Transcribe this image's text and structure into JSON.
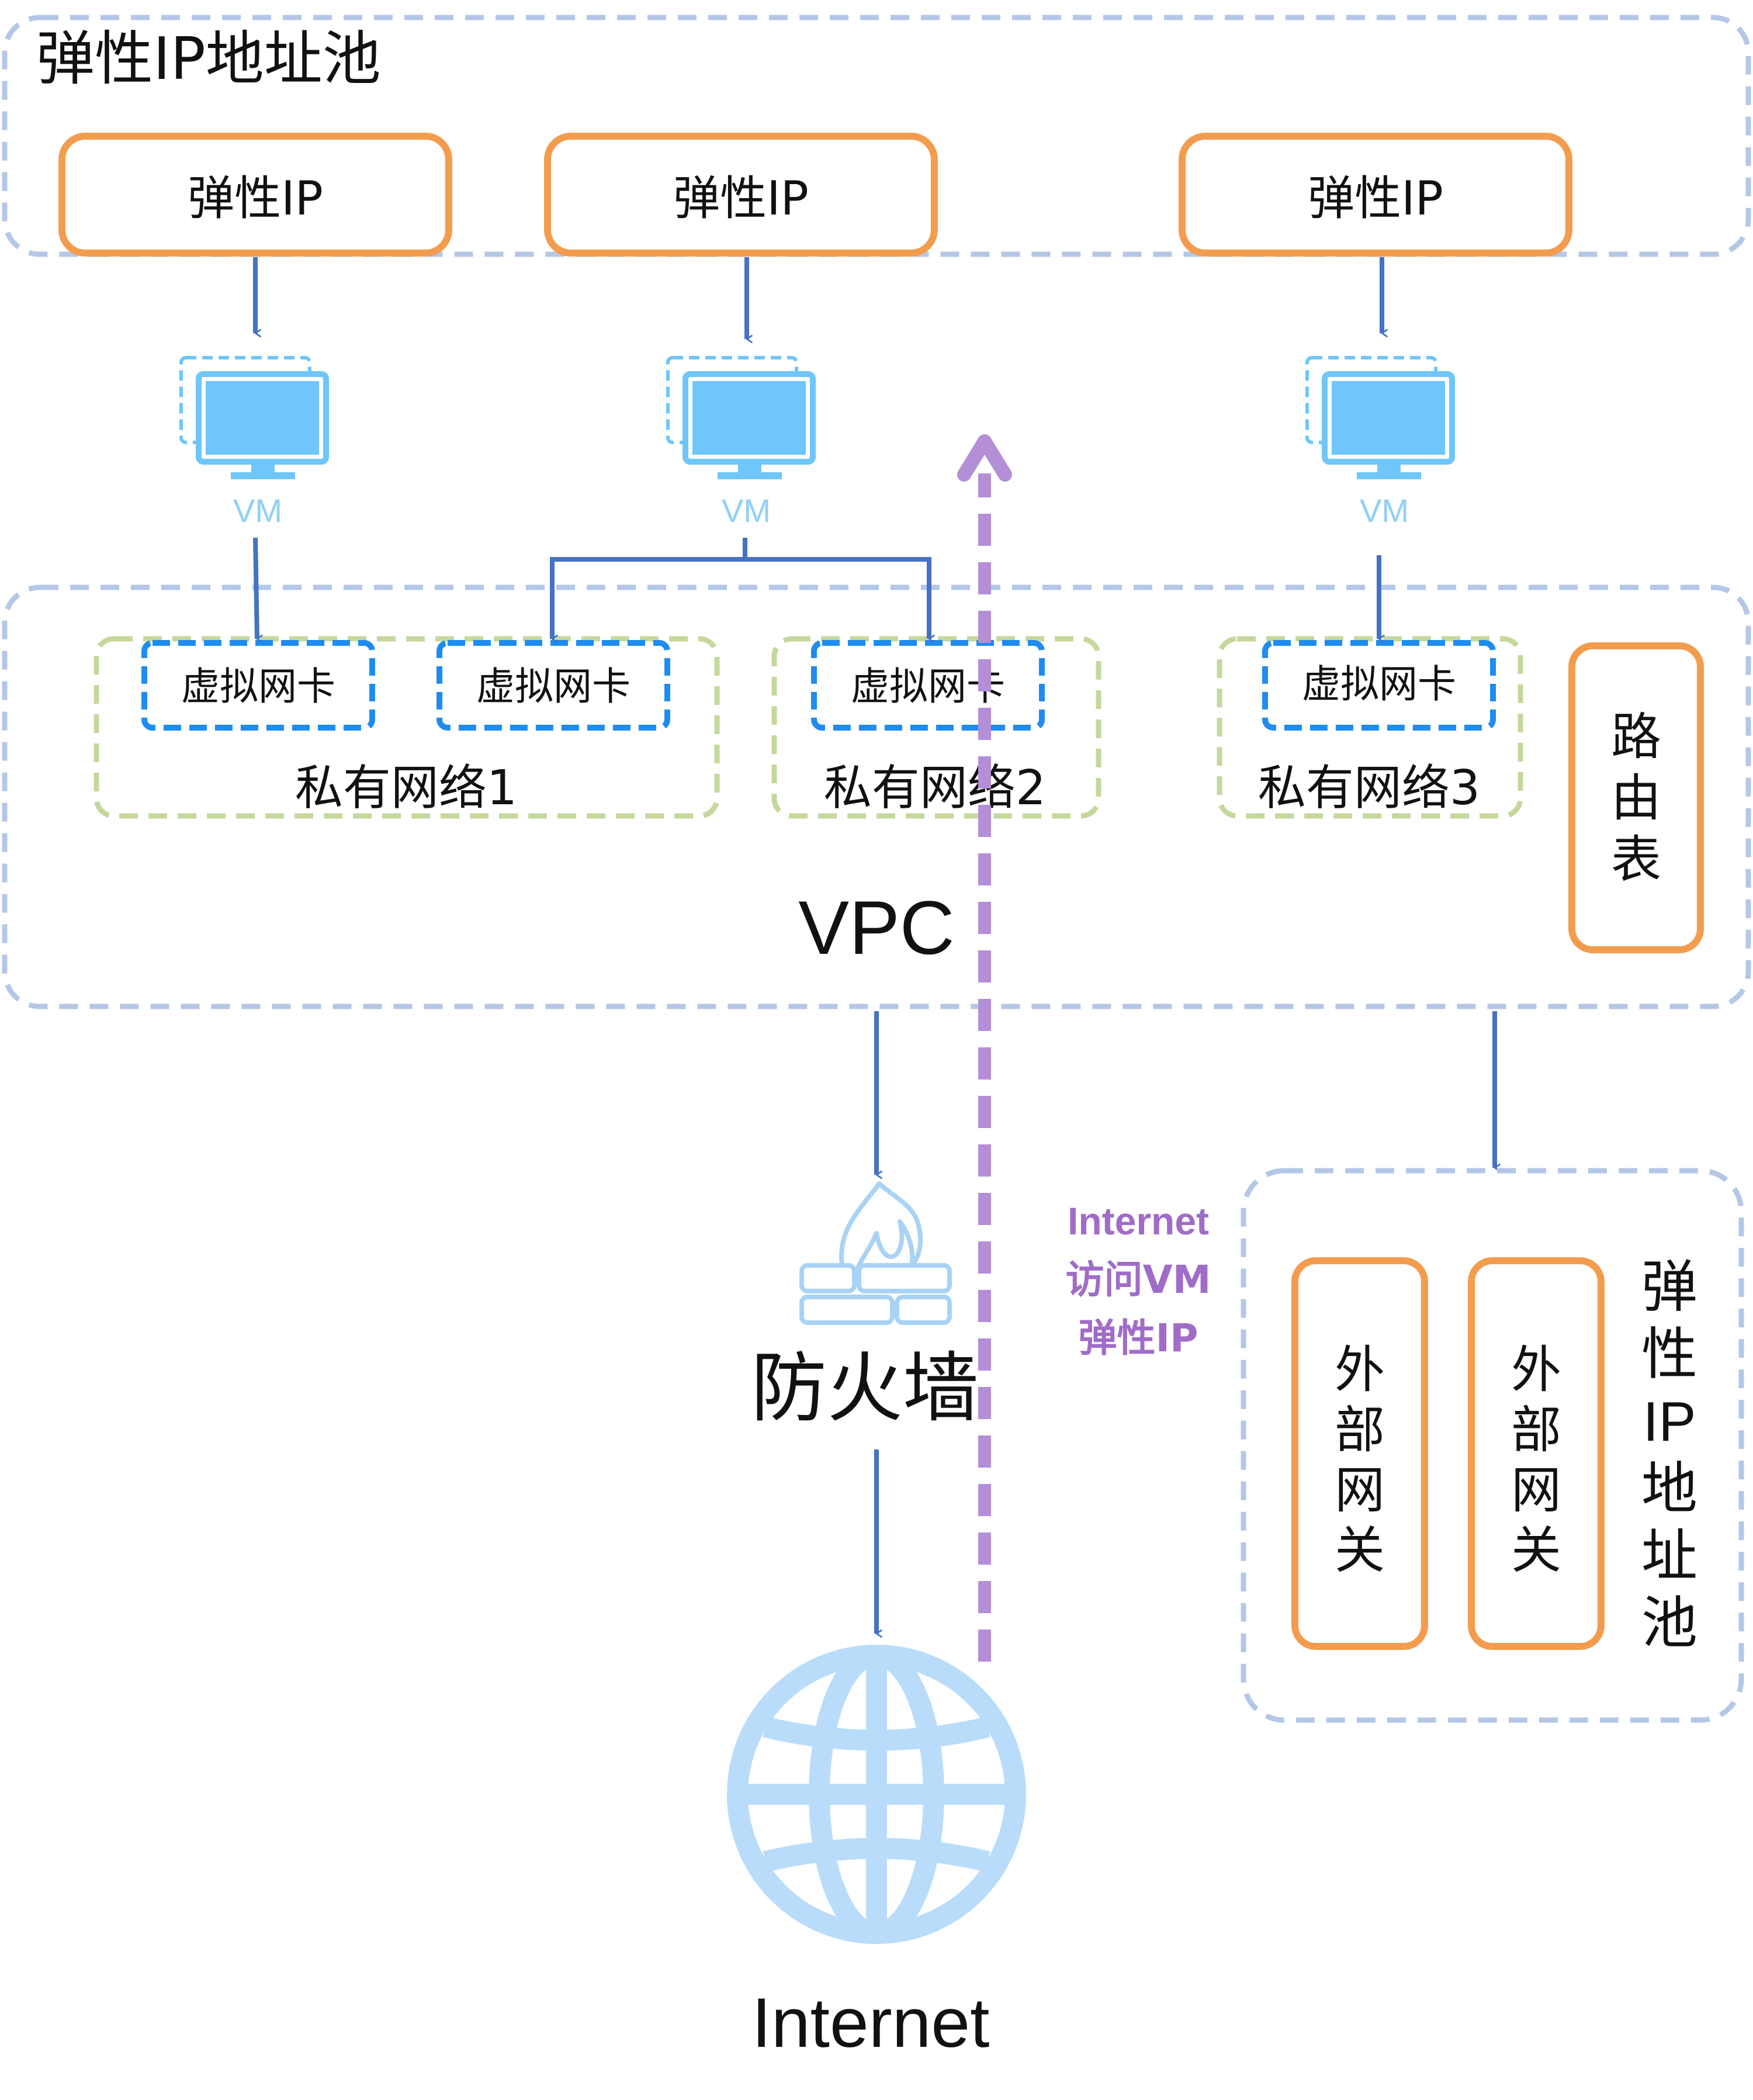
{
  "eip_pool_top": {
    "title": "弹性IP地址池",
    "eips": [
      "弹性IP",
      "弹性IP",
      "弹性IP"
    ]
  },
  "vms": [
    "VM",
    "VM",
    "VM"
  ],
  "vpc": {
    "label": "VPC",
    "nics": [
      "虚拟网卡",
      "虚拟网卡",
      "虚拟网卡",
      "虚拟网卡"
    ],
    "subnets": [
      "私有网络1",
      "私有网络2",
      "私有网络3"
    ],
    "route_table": [
      "路",
      "由",
      "表"
    ]
  },
  "firewall": {
    "label": "防火墙"
  },
  "internet": {
    "label": "Internet"
  },
  "note": {
    "lines": [
      "Internet",
      "访问VM",
      "弹性IP"
    ]
  },
  "eip_pool_side": {
    "title": [
      "弹",
      "性",
      "IP",
      "地",
      "址",
      "池"
    ],
    "gateways": [
      [
        "外",
        "部",
        "网",
        "关"
      ],
      [
        "外",
        "部",
        "网",
        "关"
      ]
    ]
  },
  "colors": {
    "pool_border": "#b4c7e7",
    "eip_border": "#f39c4e",
    "nic_border": "#1e8cf0",
    "subnet_border": "#c5d89c",
    "arrow": "#4472c4",
    "vm_fill": "#6ec6fa",
    "vm_label": "#8fd0f8",
    "firewall": "#a9d3f5",
    "globe": "#b9dcfb",
    "note": "#a06cc8"
  }
}
